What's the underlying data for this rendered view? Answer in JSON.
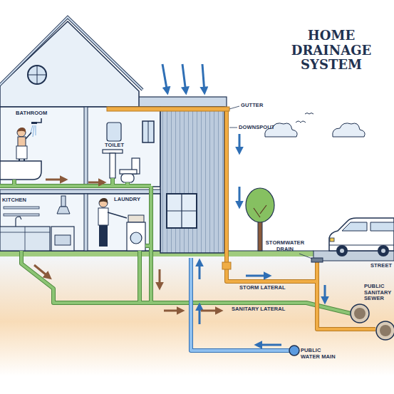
{
  "diagram": {
    "title": "HOME DRAINAGE SYSTEM",
    "labels": [
      "BATHROOM",
      "TOILET",
      "LAUNDRY",
      "KITCHEN",
      "GUTTER",
      "DOWNSPOUT",
      "STORMWATER DRAIN",
      "STREET",
      "STORM LATERAL",
      "SANITARY LATERAL",
      "PUBLIC SANITARY SEWER",
      "PUBLIC WATER MAIN"
    ]
  }
}
